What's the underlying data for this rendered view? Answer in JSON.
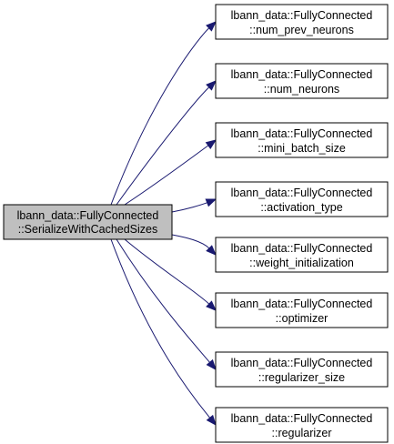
{
  "graph": {
    "root": {
      "line1": "lbann_data::FullyConnected",
      "line2": "::SerializeWithCachedSizes"
    },
    "callees": [
      {
        "line1": "lbann_data::FullyConnected",
        "line2": "::num_prev_neurons"
      },
      {
        "line1": "lbann_data::FullyConnected",
        "line2": "::num_neurons"
      },
      {
        "line1": "lbann_data::FullyConnected",
        "line2": "::mini_batch_size"
      },
      {
        "line1": "lbann_data::FullyConnected",
        "line2": "::activation_type"
      },
      {
        "line1": "lbann_data::FullyConnected",
        "line2": "::weight_initialization"
      },
      {
        "line1": "lbann_data::FullyConnected",
        "line2": "::optimizer"
      },
      {
        "line1": "lbann_data::FullyConnected",
        "line2": "::regularizer_size"
      },
      {
        "line1": "lbann_data::FullyConnected",
        "line2": "::regularizer"
      }
    ],
    "colors": {
      "edge": "#191970",
      "root_fill": "#bfbfbf",
      "node_fill": "#ffffff",
      "border": "#000000"
    }
  }
}
